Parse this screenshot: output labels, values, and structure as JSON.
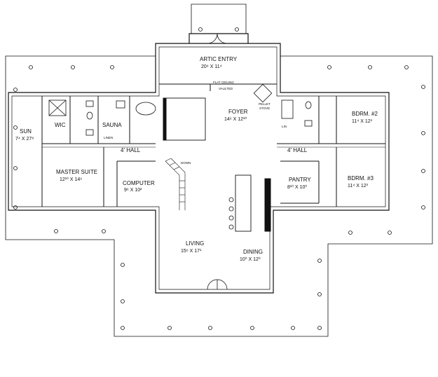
{
  "rooms": {
    "artic_entry": {
      "name": "ARTIC ENTRY",
      "dims": "20⁴ X 11⁴"
    },
    "foyer": {
      "name": "FOYER",
      "dims": "14⁶ X 12¹⁰"
    },
    "sun": {
      "name": "SUN",
      "dims": "7⁴ X 27⁸"
    },
    "wic": {
      "name": "WIC"
    },
    "sauna": {
      "name": "SAUNA"
    },
    "linen": {
      "name": "LINEN"
    },
    "hall_left": {
      "name": "4' HALL"
    },
    "master_suite": {
      "name": "MASTER SUITE",
      "dims": "12¹⁰ X 14⁶"
    },
    "computer": {
      "name": "COMPUTER",
      "dims": "9⁶ X 10²"
    },
    "living": {
      "name": "LIVING",
      "dims": "15⁶ X 17¹"
    },
    "dining": {
      "name": "DINING",
      "dims": "10⁰ X 12⁰"
    },
    "pantry": {
      "name": "PANTRY",
      "dims": "8¹⁰ X 10⁰"
    },
    "hall_right": {
      "name": "4' HALL"
    },
    "bdrm2": {
      "name": "BDRM. #2",
      "dims": "11⁴ X 12³"
    },
    "bdrm3": {
      "name": "BDRM. #3",
      "dims": "11⁴ X 12³"
    }
  },
  "notes": {
    "flat_ceiling": "FLAT CEILING",
    "vaulted": "VAULTED",
    "pellet": "PELLET",
    "stove": "STOVE",
    "down": "DOWN",
    "lin": "LIN"
  }
}
